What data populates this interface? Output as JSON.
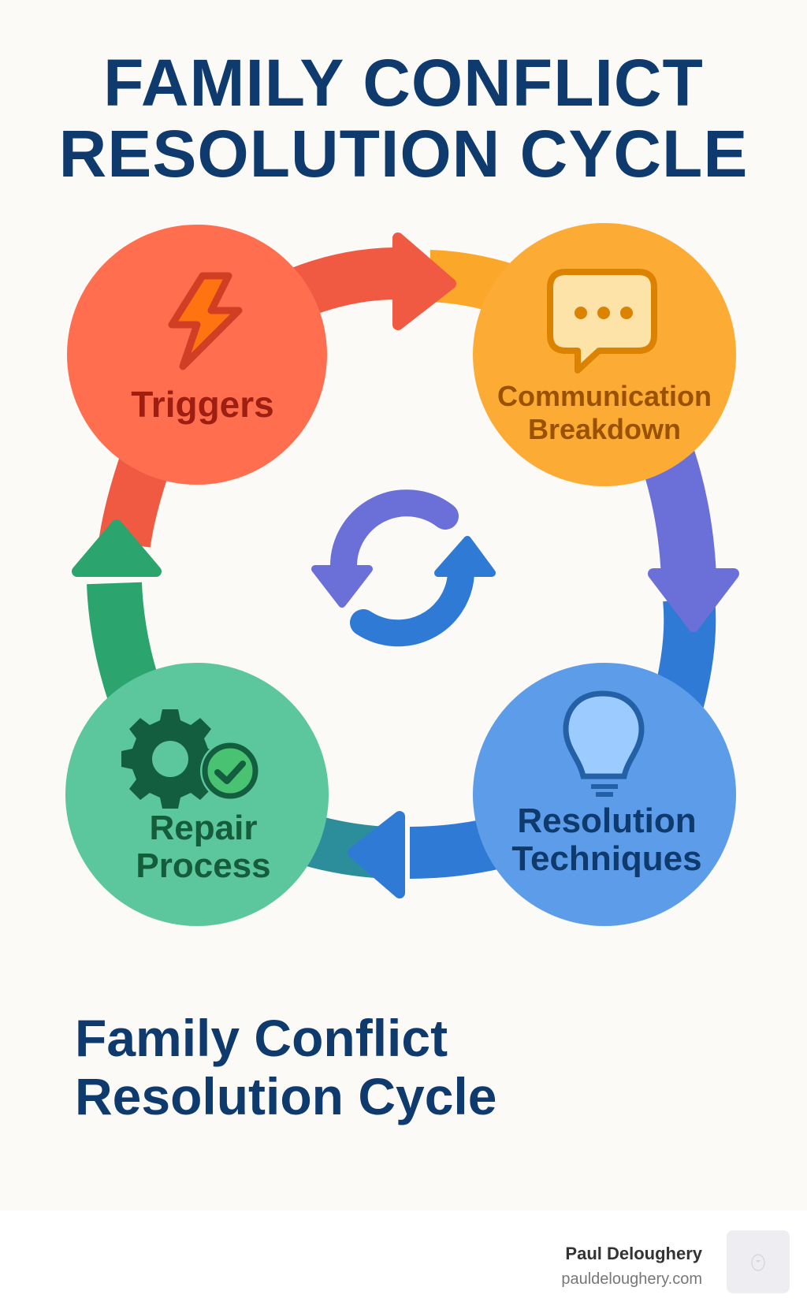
{
  "header": {
    "title_line1": "FAMILY CONFLICT",
    "title_line2": "RESOLUTION CYCLE"
  },
  "cycle": {
    "nodes": [
      {
        "id": "triggers",
        "label": "Triggers",
        "icon": "lightning-bolt-icon",
        "color": "#FF6E4F"
      },
      {
        "id": "communication",
        "label_line1": "Communication",
        "label_line2": "Breakdown",
        "icon": "speech-bubble-icon",
        "color": "#FCAB35"
      },
      {
        "id": "resolution",
        "label_line1": "Resolution",
        "label_line2": "Techniques",
        "icon": "lightbulb-icon",
        "color": "#5C9CE8"
      },
      {
        "id": "repair",
        "label_line1": "Repair",
        "label_line2": "Process",
        "icon": "gear-check-icon",
        "color": "#5CC79C"
      }
    ],
    "arrows": [
      {
        "from": "triggers",
        "to": "communication",
        "color": "#F05A42",
        "tail_color": "#FAA72A"
      },
      {
        "from": "communication",
        "to": "resolution",
        "color": "#6B6FD8",
        "tail_color": "#2F7AD4"
      },
      {
        "from": "resolution",
        "to": "repair",
        "color": "#2F7AD4",
        "tail_color": "#2C8E9A"
      },
      {
        "from": "repair",
        "to": "triggers",
        "color": "#2BA46E",
        "tail_color": "#F05A42"
      }
    ],
    "center_icon": "refresh-cycle-icon"
  },
  "subtitle": {
    "line1": "Family Conflict",
    "line2": "Resolution Cycle"
  },
  "footer": {
    "author_name": "Paul Deloughery",
    "author_site": "pauldeloughery.com",
    "avatar_icon": "avatar-placeholder-icon"
  }
}
